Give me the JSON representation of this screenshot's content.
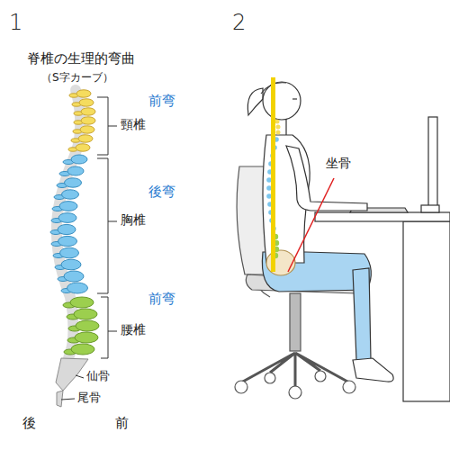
{
  "diagram": {
    "title": "脊椎の生理的弯曲",
    "labels": [
      "1",
      "2",
      "（S字カーブ）",
      "前弯",
      "頸椎",
      "後弯",
      "胸椎",
      "前弯",
      "腰椎",
      "仙骨",
      "尾骨",
      "後",
      "前",
      "坐骨"
    ]
  }
}
